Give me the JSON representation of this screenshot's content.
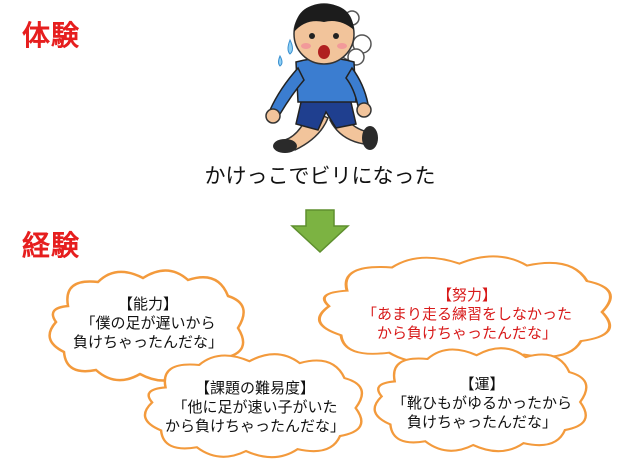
{
  "titles": {
    "experience": "体験",
    "lesson": "経験"
  },
  "caption": "かけっこでビリになった",
  "colors": {
    "title": "#e61e1e",
    "arrow": "#7cb342",
    "cloud_stroke": "#f39a3c",
    "highlight": "#d81a1a"
  },
  "bubbles": [
    {
      "heading": "【能力】",
      "lines": [
        "「僕の足が遅いから",
        "負けちゃったんだな」"
      ]
    },
    {
      "heading": "【努力】",
      "lines": [
        "「あまり走る練習をしなかった",
        "から負けちゃったんだな」"
      ]
    },
    {
      "heading": "【課題の難易度】",
      "lines": [
        "「他に足が速い子がいた",
        "から負けちゃったんだな」"
      ]
    },
    {
      "heading": "【運】",
      "lines": [
        "「靴ひもがゆるかったから",
        "負けちゃったんだな」"
      ]
    }
  ]
}
